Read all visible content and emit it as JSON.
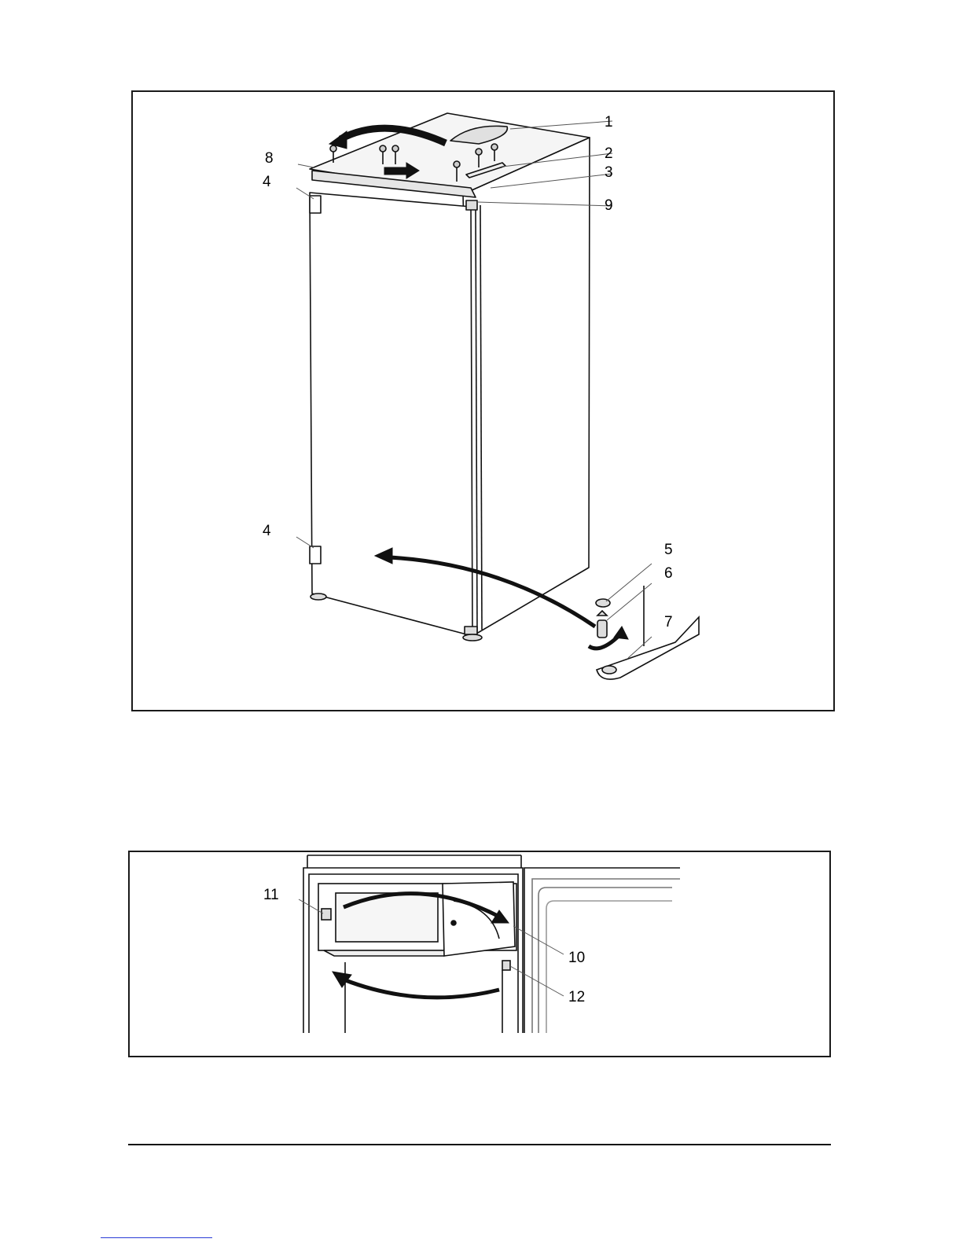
{
  "figures": [
    {
      "callouts": {
        "c1": "1",
        "c2": "2",
        "c3": "3",
        "c4a": "4",
        "c4b": "4",
        "c5": "5",
        "c6": "6",
        "c7": "7",
        "c8": "8",
        "c9": "9"
      }
    },
    {
      "callouts": {
        "c10": "10",
        "c11": "11",
        "c12": "12"
      }
    }
  ],
  "colors": {
    "line": "#111111",
    "fill_light": "#f2f2f2",
    "fill_mid": "#d9d9d9",
    "link": "#2a3bd6"
  }
}
